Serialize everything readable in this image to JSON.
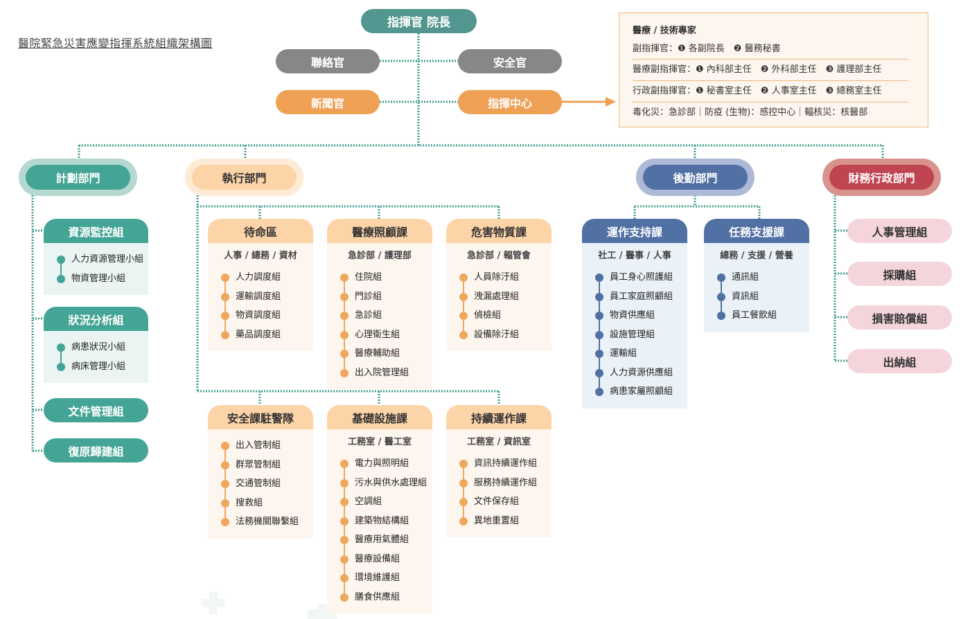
{
  "title": "醫院緊急災害應變指揮系統組織架構圖",
  "colors": {
    "teal": "#44a596",
    "commander": "#52968f",
    "gray": "#878787",
    "orange": "#eea054",
    "navy": "#5170a3",
    "red": "#bf4553",
    "connector": "#3d9e8c"
  },
  "top": {
    "commander": "指揮官 院長",
    "liaison": "聯絡官",
    "safety": "安全官",
    "press": "新聞官",
    "command_center": "指揮中心"
  },
  "info": {
    "heading": "醫療 / 技術專家",
    "rows": [
      "副指揮官：❶ 各副院長　❷ 醫務秘書",
      "醫療副指揮官：❶ 內科部主任　❷ 外科部主任　❸ 護理部主任",
      "行政副指揮官：❶ 秘書室主任　❷ 人事室主任　❸ 總務室主任",
      "毒化災：急診部｜防疫 (生物)：感控中心｜輻核災：核醫部"
    ]
  },
  "departments": {
    "planning": "計劃部門",
    "operations": "執行部門",
    "logistics": "後勤部門",
    "finance": "財務行政部門"
  },
  "planning": [
    {
      "name": "資源監控組",
      "items": [
        "人力資源管理小組",
        "物資管理小組"
      ]
    },
    {
      "name": "狀況分析組",
      "items": [
        "病患狀況小組",
        "病床管理小組"
      ]
    },
    {
      "name": "文件管理組",
      "items": []
    },
    {
      "name": "復原歸建組",
      "items": []
    }
  ],
  "operations": [
    {
      "name": "待命區",
      "sub": "人事 / 總務 / 資材",
      "items": [
        "人力調度組",
        "運輸調度組",
        "物資調度組",
        "藥品調度組"
      ]
    },
    {
      "name": "醫療照顧課",
      "sub": "急診部 / 護理部",
      "items": [
        "住院組",
        "門診組",
        "急診組",
        "心理衛生組",
        "醫療輔助組",
        "出入院管理組"
      ]
    },
    {
      "name": "危害物質課",
      "sub": "急診部 / 輻管會",
      "items": [
        "人員除汙組",
        "洩漏處理組",
        "偵檢組",
        "設備除汙組"
      ]
    },
    {
      "name": "安全課駐警隊",
      "sub": "",
      "items": [
        "出入管制組",
        "群眾管制組",
        "交通管制組",
        "搜救組",
        "法務機關聯繫組"
      ]
    },
    {
      "name": "基礎設施課",
      "sub": "工務室 / 醫工室",
      "items": [
        "電力與照明組",
        "污水與供水處理組",
        "空調組",
        "建築物結構組",
        "醫療用氣體組",
        "醫療設備組",
        "環境維護組",
        "膳食供應組"
      ]
    },
    {
      "name": "持續運作課",
      "sub": "工務室 / 資訊室",
      "items": [
        "資訊持續運作組",
        "服務持續運作組",
        "文件保存組",
        "異地重置組"
      ]
    }
  ],
  "logistics": [
    {
      "name": "運作支持課",
      "sub": "社工 / 醫事 / 人事",
      "items": [
        "員工身心照護組",
        "員工家庭照顧組",
        "物資供應組",
        "設施管理組",
        "運輸組",
        "人力資源供應組",
        "病患家屬照顧組"
      ]
    },
    {
      "name": "任務支援課",
      "sub": "總務 / 支援 / 營養",
      "items": [
        "通訊組",
        "資訊組",
        "員工餐飲組"
      ]
    }
  ],
  "finance": [
    "人事管理組",
    "採購組",
    "損害賠償組",
    "出納組"
  ]
}
